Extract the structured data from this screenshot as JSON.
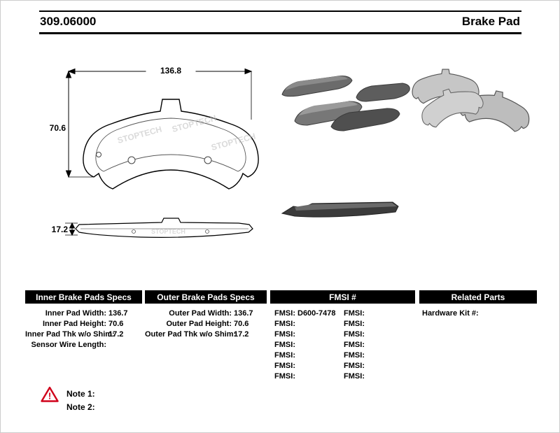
{
  "header": {
    "part_number": "309.06000",
    "product_type": "Brake Pad"
  },
  "diagram": {
    "pad_width_dim": "136.8",
    "pad_height_dim": "70.6",
    "pad_thickness_dim": "17.2",
    "watermark": "STOPTECH"
  },
  "specs": {
    "inner": {
      "title": "Inner Brake Pads Specs",
      "rows": [
        {
          "label": "Inner Pad Width:",
          "value": "136.7"
        },
        {
          "label": "Inner Pad Height:",
          "value": "70.6"
        },
        {
          "label": "Inner Pad Thk w/o Shim:",
          "value": "17.2"
        },
        {
          "label": "Sensor Wire Length:",
          "value": ""
        }
      ]
    },
    "outer": {
      "title": "Outer Brake Pads Specs",
      "rows": [
        {
          "label": "Outer Pad Width:",
          "value": "136.7"
        },
        {
          "label": "Outer Pad Height:",
          "value": "70.6"
        },
        {
          "label": "Outer Pad Thk w/o Shim:",
          "value": "17.2"
        }
      ]
    },
    "fmsi": {
      "title": "FMSI #",
      "left_rows": [
        {
          "label": "FMSI:",
          "value": "D600-7478"
        },
        {
          "label": "FMSI:",
          "value": ""
        },
        {
          "label": "FMSI:",
          "value": ""
        },
        {
          "label": "FMSI:",
          "value": ""
        },
        {
          "label": "FMSI:",
          "value": ""
        },
        {
          "label": "FMSI:",
          "value": ""
        },
        {
          "label": "FMSI:",
          "value": ""
        }
      ],
      "right_rows": [
        {
          "label": "FMSI:",
          "value": ""
        },
        {
          "label": "FMSI:",
          "value": ""
        },
        {
          "label": "FMSI:",
          "value": ""
        },
        {
          "label": "FMSI:",
          "value": ""
        },
        {
          "label": "FMSI:",
          "value": ""
        },
        {
          "label": "FMSI:",
          "value": ""
        },
        {
          "label": "FMSI:",
          "value": ""
        }
      ]
    },
    "related": {
      "title": "Related Parts",
      "rows": [
        {
          "label": "Hardware Kit #:",
          "value": ""
        }
      ]
    }
  },
  "notes": {
    "note1": "Note 1:",
    "note2": "Note 2:"
  },
  "colors": {
    "bar_bg": "#000000",
    "bar_text": "#ffffff",
    "warning_red": "#d0021b"
  }
}
